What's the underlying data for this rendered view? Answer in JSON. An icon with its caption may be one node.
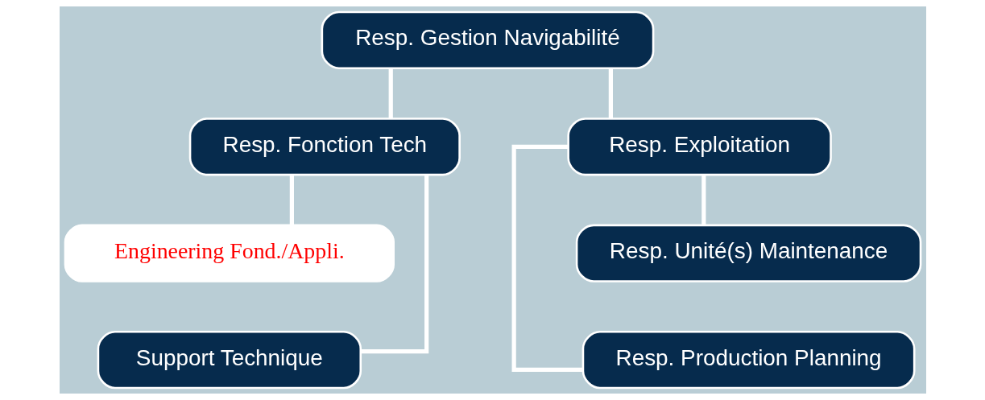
{
  "diagram": {
    "nodes": [
      {
        "text": [
          "Resp. Gestion Navigabilité"
        ]
      },
      {
        "text": [
          "Resp. Fonction Tech"
        ]
      },
      {
        "text": [
          "Resp. Exploitation"
        ]
      },
      {
        "text": [
          "Engineering Fond./Appli."
        ]
      },
      {
        "text": [
          "Support Technique"
        ]
      },
      {
        "text": [
          "Resp. Unité(s) Maintenance"
        ]
      },
      {
        "text": [
          "Resp. Production Planning"
        ]
      }
    ],
    "edges": [
      {
        "from": 0,
        "to": 1,
        "arrow": "none"
      },
      {
        "from": 0,
        "to": 2,
        "arrow": "none"
      },
      {
        "from": 1,
        "to": 3,
        "arrow": "none"
      },
      {
        "from": 1,
        "to": 4,
        "arrow": "none"
      },
      {
        "from": 2,
        "to": 5,
        "arrow": "none"
      },
      {
        "from": 2,
        "to": 6,
        "arrow": "none"
      }
    ]
  }
}
